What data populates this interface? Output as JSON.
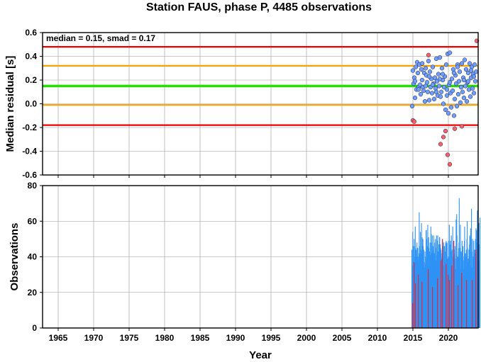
{
  "chart_data": [
    {
      "type": "scatter",
      "title": "Station FAUS, phase P, 4485 observations",
      "xlabel": "",
      "ylabel": "Median residual [s]",
      "xlim": [
        1962.8,
        2024.2
      ],
      "ylim": [
        -0.6,
        0.6
      ],
      "x_ticks": [
        1965,
        1970,
        1975,
        1980,
        1985,
        1990,
        1995,
        2000,
        2005,
        2010,
        2015,
        2020
      ],
      "x_tick_labels": [
        "",
        "",
        "",
        "",
        "",
        "",
        "",
        "",
        "",
        "",
        "",
        ""
      ],
      "y_ticks": [
        -0.6,
        -0.4,
        -0.2,
        0.0,
        0.2,
        0.4,
        0.6
      ],
      "y_tick_labels": [
        "-0.6",
        "-0.4",
        "-0.2",
        "0.0",
        "0.2",
        "0.4",
        "0.6"
      ],
      "grid": true,
      "annotation": "median = 0.15, smad = 0.17",
      "reference_lines": [
        {
          "y": 0.48,
          "color": "#ee0000"
        },
        {
          "y": 0.32,
          "color": "#f5a300"
        },
        {
          "y": 0.15,
          "color": "#22e000"
        },
        {
          "y": -0.01,
          "color": "#f5a300"
        },
        {
          "y": -0.18,
          "color": "#ee0000"
        }
      ],
      "series": [
        {
          "color": "#6f9ff7",
          "x": [
            2014.9,
            2015.0,
            2015.1,
            2015.2,
            2015.3,
            2015.4,
            2015.5,
            2015.6,
            2015.7,
            2015.8,
            2015.9,
            2016.0,
            2016.1,
            2016.2,
            2016.3,
            2016.4,
            2016.5,
            2016.6,
            2016.7,
            2016.8,
            2016.9,
            2017.0,
            2017.1,
            2017.2,
            2017.3,
            2017.4,
            2017.5,
            2017.6,
            2017.7,
            2017.8,
            2017.9,
            2018.0,
            2018.1,
            2018.2,
            2018.3,
            2018.4,
            2018.5,
            2018.6,
            2018.7,
            2018.8,
            2018.9,
            2019.0,
            2019.1,
            2019.2,
            2019.3,
            2019.4,
            2019.5,
            2019.6,
            2019.7,
            2019.8,
            2019.9,
            2020.0,
            2020.1,
            2020.2,
            2020.3,
            2020.4,
            2020.5,
            2020.6,
            2020.7,
            2020.8,
            2020.9,
            2021.0,
            2021.1,
            2021.2,
            2021.3,
            2021.4,
            2021.5,
            2021.6,
            2021.7,
            2021.8,
            2021.9,
            2022.0,
            2022.1,
            2022.2,
            2022.3,
            2022.4,
            2022.5,
            2022.6,
            2022.7,
            2022.8,
            2022.9,
            2023.0,
            2023.1,
            2023.2,
            2023.3,
            2023.4,
            2023.5,
            2023.6,
            2023.7,
            2023.8,
            2023.9,
            2015.3,
            2016.3,
            2017.3,
            2018.3,
            2019.2,
            2020.2,
            2021.3,
            2022.2,
            2023.2,
            2015.8,
            2016.8,
            2017.8,
            2018.8,
            2019.8,
            2020.8,
            2021.8,
            2022.8,
            2023.6
          ],
          "y": [
            -0.02,
            0.28,
            0.17,
            0.22,
            0.05,
            0.31,
            0.12,
            0.35,
            0.26,
            0.14,
            0.33,
            0.16,
            0.08,
            0.29,
            0.2,
            0.14,
            0.11,
            0.26,
            0.02,
            0.15,
            0.24,
            0.18,
            0.1,
            0.36,
            0.03,
            0.27,
            0.14,
            0.21,
            0.09,
            0.31,
            0.17,
            0.04,
            0.22,
            0.13,
            0.38,
            0.19,
            0.07,
            0.25,
            0.15,
            0.39,
            0.06,
            0.1,
            0.3,
            0.2,
            0.0,
            0.14,
            0.23,
            -0.05,
            0.33,
            0.12,
            0.42,
            -0.08,
            0.16,
            0.43,
            0.09,
            -0.03,
            0.21,
            0.11,
            0.29,
            -0.1,
            0.04,
            0.24,
            0.17,
            -0.02,
            0.33,
            0.08,
            0.19,
            0.27,
            0.01,
            0.14,
            0.34,
            0.1,
            0.22,
            0.05,
            0.37,
            0.15,
            0.29,
            0.02,
            0.18,
            0.26,
            0.12,
            0.34,
            0.06,
            0.22,
            0.31,
            0.13,
            0.25,
            0.09,
            0.33,
            0.19,
            0.27,
            0.19,
            0.34,
            0.23,
            0.1,
            0.25,
            0.18,
            0.31,
            0.2,
            0.28,
            0.12,
            0.3,
            0.16,
            0.21,
            0.07,
            0.26,
            0.14,
            0.19,
            0.23
          ]
        },
        {
          "color": "#f36464",
          "x": [
            2015.0,
            2015.2,
            2017.2,
            2018.9,
            2019.3,
            2019.6,
            2019.9,
            2020.2,
            2020.9,
            2021.9,
            2024.0
          ],
          "y": [
            -0.14,
            -0.15,
            0.41,
            -0.34,
            -0.28,
            -0.23,
            -0.43,
            -0.51,
            -0.21,
            -0.19,
            0.53
          ]
        }
      ]
    },
    {
      "type": "bar",
      "xlabel": "Year",
      "ylabel": "Observations",
      "xlim": [
        1962.8,
        2024.2
      ],
      "ylim": [
        0,
        80
      ],
      "x_ticks": [
        1965,
        1970,
        1975,
        1980,
        1985,
        1990,
        1995,
        2000,
        2005,
        2010,
        2015,
        2020
      ],
      "x_tick_labels": [
        "1965",
        "1970",
        "1975",
        "1980",
        "1985",
        "1990",
        "1995",
        "2000",
        "2005",
        "2010",
        "2015",
        "2020"
      ],
      "y_ticks": [
        0,
        20,
        40,
        60,
        80
      ],
      "y_tick_labels": [
        "0",
        "20",
        "40",
        "60",
        "80"
      ],
      "grid": true,
      "series": [
        {
          "color": "#2e93f5",
          "x_start": 2014.8,
          "x_step": 0.04,
          "values": [
            44,
            30,
            35,
            54,
            44,
            46,
            30,
            32,
            50,
            40,
            40,
            46,
            57,
            45,
            33,
            44,
            40,
            40,
            48,
            33,
            45,
            45,
            38,
            37,
            40,
            42,
            65,
            46,
            41,
            30,
            54,
            39,
            42,
            44,
            59,
            35,
            51,
            35,
            46,
            50,
            46,
            44,
            44,
            37,
            31,
            34,
            43,
            25,
            36,
            40,
            55,
            55,
            50,
            33,
            39,
            46,
            58,
            50,
            35,
            51,
            45,
            34,
            43,
            31,
            48,
            41,
            37,
            57,
            53,
            42,
            42,
            48,
            52,
            43,
            46,
            44,
            42,
            52,
            42,
            42,
            31,
            48,
            42,
            50,
            38,
            36,
            45,
            52,
            41,
            37,
            49,
            52,
            33,
            43,
            38,
            47,
            45,
            51,
            51,
            43,
            47,
            45,
            37,
            44,
            42,
            39,
            31,
            40,
            49,
            34,
            46,
            38,
            48,
            35,
            29,
            46,
            43,
            31,
            37,
            48,
            37,
            49,
            39,
            47,
            48,
            39,
            39,
            30,
            40,
            49,
            40,
            33,
            58,
            40,
            38,
            47,
            49,
            40,
            43,
            52,
            43,
            28,
            44,
            32,
            57,
            37,
            40,
            48,
            42,
            37,
            39,
            44,
            46,
            39,
            33,
            27,
            61,
            34,
            64,
            52,
            34,
            40,
            32,
            40,
            43,
            45,
            48,
            73,
            40,
            34,
            45,
            58,
            33,
            24,
            43,
            42,
            38,
            49,
            44,
            40,
            46,
            40,
            33,
            29,
            38,
            49,
            57,
            42,
            34,
            42,
            39,
            40,
            44,
            33,
            50,
            60,
            45,
            37,
            37,
            39,
            37,
            44,
            33,
            47,
            52,
            40,
            51,
            56,
            33,
            35,
            67,
            34,
            25,
            43,
            50,
            30,
            40,
            34,
            49,
            28,
            44,
            42,
            40,
            44,
            50,
            39,
            56,
            30,
            55,
            48,
            38,
            66,
            42,
            49,
            41,
            42,
            59,
            47,
            38,
            31,
            62
          ]
        },
        {
          "color": "#d62f4a",
          "x": [
            2014.9,
            2015.1,
            2015.3,
            2015.7,
            2016.2,
            2017.1,
            2017.7,
            2018.4,
            2018.9,
            2019.1,
            2019.6,
            2019.9,
            2020.1,
            2020.4,
            2020.7,
            2021.3,
            2021.8,
            2022.5,
            2023.3,
            2023.8
          ],
          "values": [
            14,
            37,
            25,
            30,
            26,
            33,
            23,
            28,
            38,
            50,
            36,
            30,
            27,
            35,
            49,
            24,
            31,
            27,
            27,
            44
          ]
        }
      ]
    }
  ]
}
